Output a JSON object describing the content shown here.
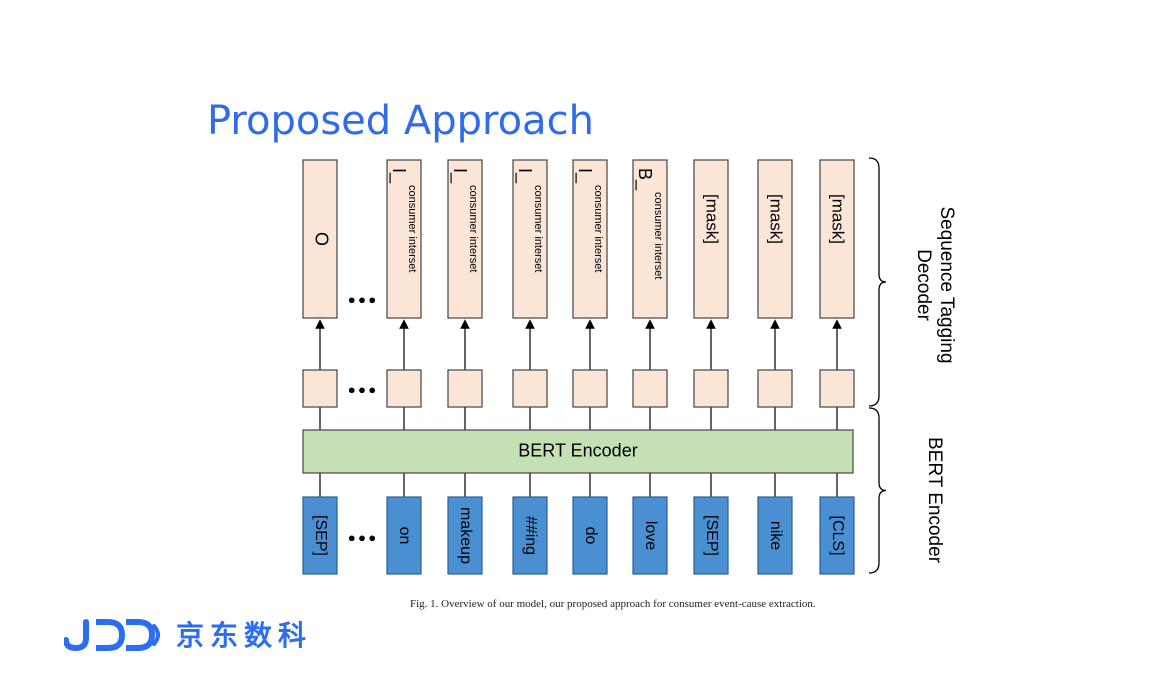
{
  "title": "Proposed Approach",
  "colors": {
    "title": "#2f6bea",
    "output_fill": "#fbe5d6",
    "encoder_fill": "#c5e0b4",
    "token_fill": "#4a8fd1",
    "logo": "#2b6ef2"
  },
  "diagram": {
    "encoder_label": "BERT Encoder",
    "ellipsis": "•••",
    "output_labels": [
      {
        "main": "O",
        "sub": ""
      },
      {
        "main": "I_",
        "sub": "consumer interset"
      },
      {
        "main": "I_",
        "sub": "consumer interset"
      },
      {
        "main": "I_",
        "sub": "consumer interset"
      },
      {
        "main": "I_",
        "sub": "consumer interset"
      },
      {
        "main": "B_",
        "sub": "consumer interset"
      },
      {
        "main": "[mask]",
        "sub": ""
      },
      {
        "main": "[mask]",
        "sub": ""
      },
      {
        "main": "[mask]",
        "sub": ""
      }
    ],
    "input_tokens": [
      "[SEP]",
      "on",
      "makeup",
      "##ing",
      "do",
      "love",
      "[SEP]",
      "nike",
      "[CLS]"
    ],
    "brace_labels": {
      "decoder": "Sequence Tagging Decoder",
      "encoder": "BERT Encoder"
    }
  },
  "caption": "Fig. 1.  Overview of our model, our proposed approach for consumer event-cause extraction.",
  "logo": {
    "icon": "jdd-logo-icon",
    "text": "京东数科"
  }
}
